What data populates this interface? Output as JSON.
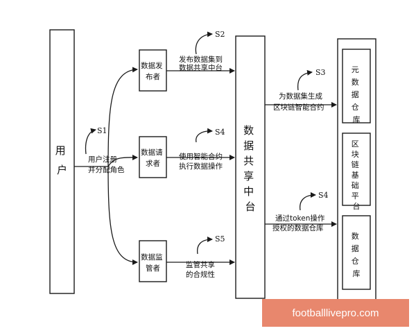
{
  "nodes": {
    "user": "用户",
    "publisher": "数据发布者",
    "requester": "数据请求者",
    "supervisor": "数据监管者",
    "platform": "数据共享中台",
    "metadata_store": "元数据仓库",
    "blockchain": "区块链基础平台",
    "data_store": "数据仓库"
  },
  "edges": {
    "register": "用户注册并分配角色",
    "publish": "发布数据集到数据共享中台",
    "execute": "使用智能合约执行数据操作",
    "supervise": "监管共享的合规性",
    "generate_contract": "为数据集生成区块链智能合约",
    "authorize": "通过token操作授权的数据仓库"
  },
  "steps": {
    "s1": "S1",
    "s2": "S2",
    "s3": "S3",
    "s4a": "S4",
    "s4b": "S4",
    "s5": "S5"
  },
  "watermark": "footballlivepro.com"
}
